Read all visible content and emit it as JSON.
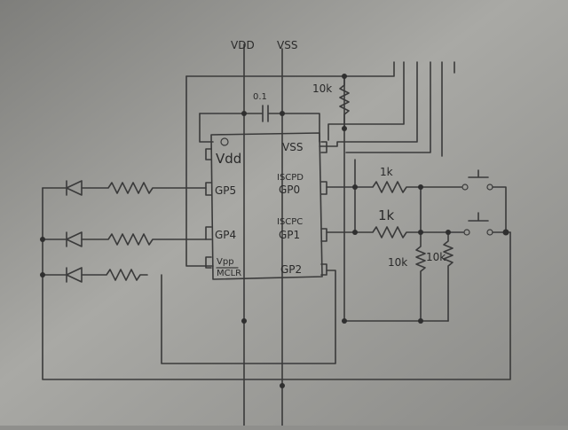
{
  "supply": {
    "vdd": "VDD",
    "vss": "VSS"
  },
  "chip": {
    "pins_left": [
      "Vdd",
      "GP5",
      "GP4",
      "Vpp"
    ],
    "pin_mclr": "MCLR",
    "pins_right": [
      "VSS",
      "ISCPD",
      "GP0",
      "ISCPC",
      "GP1",
      "GP2"
    ]
  },
  "components": {
    "cap": "0.1",
    "pullup": "10k",
    "r_series_top": "1k",
    "r_series_bottom": "1k",
    "pulldown_left": "10k",
    "pulldown_right": "10k"
  }
}
